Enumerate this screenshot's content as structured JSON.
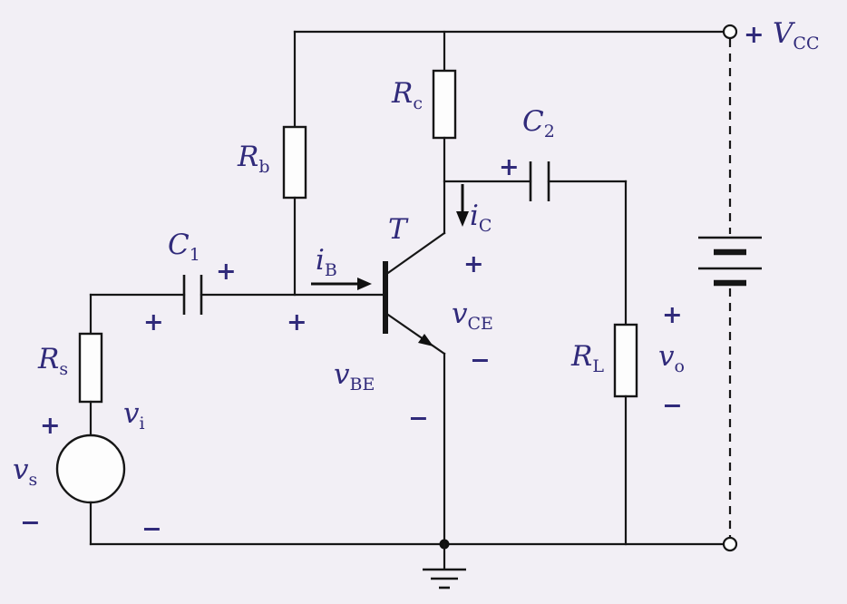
{
  "title": "Common-emitter transistor amplifier circuit diagram",
  "colors": {
    "background": "#f2eff5",
    "wire": "#161616",
    "label": "#302a7a"
  },
  "labels": {
    "vcc": {
      "plus": "+ ",
      "main": "V",
      "sub": "CC"
    },
    "rb": {
      "main": "R",
      "sub": "b"
    },
    "rc": {
      "main": "R",
      "sub": "c"
    },
    "rs": {
      "main": "R",
      "sub": "s"
    },
    "rl": {
      "main": "R",
      "sub": "L"
    },
    "c1": {
      "main": "C",
      "sub": "1"
    },
    "c2": {
      "main": "C",
      "sub": "2"
    },
    "ib": {
      "main": "i",
      "sub": "B"
    },
    "ic": {
      "main": "i",
      "sub": "C"
    },
    "transistor": {
      "main": "T"
    },
    "vbe": {
      "main": "v",
      "sub": "BE"
    },
    "vce": {
      "main": "v",
      "sub": "CE"
    },
    "vi": {
      "main": "v",
      "sub": "i"
    },
    "vs": {
      "main": "v",
      "sub": "s"
    },
    "vo": {
      "main": "v",
      "sub": "o"
    }
  },
  "signs": {
    "plus": "+",
    "minus": "−"
  }
}
